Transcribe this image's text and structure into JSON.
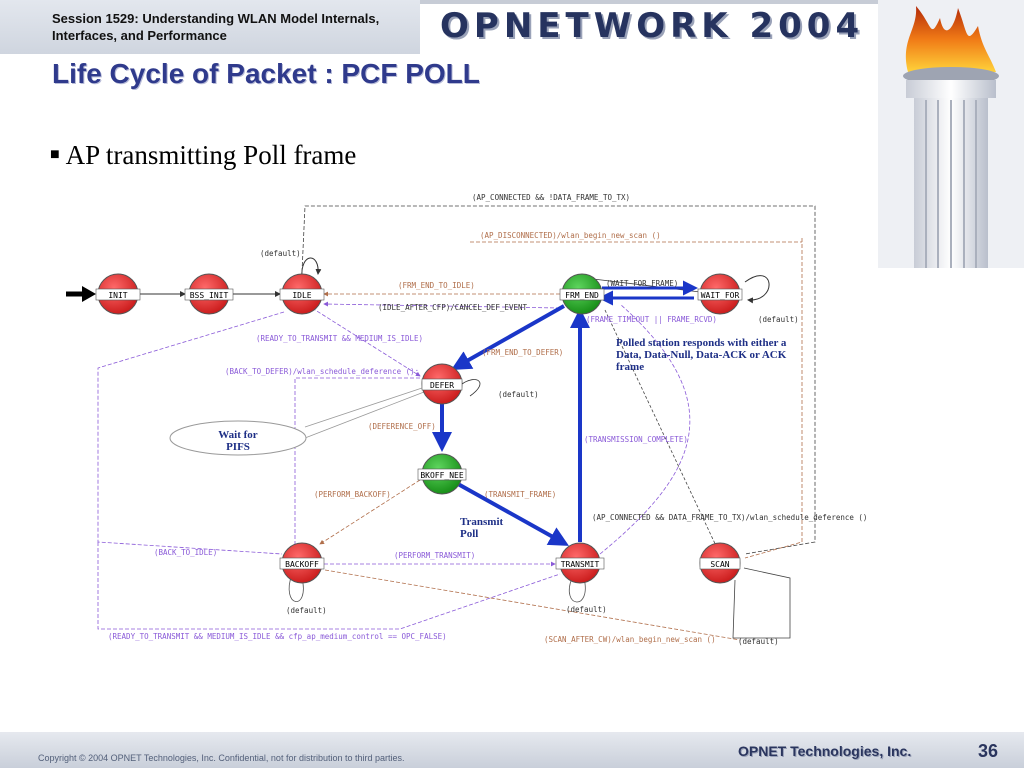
{
  "header": {
    "session_line1": "Session 1529: Understanding WLAN Model Internals,",
    "session_line2": "Interfaces, and Performance",
    "logo": "OPNETWORK 2004"
  },
  "title": "Life Cycle of Packet : PCF POLL",
  "bullet": "AP transmitting Poll frame",
  "diagram": {
    "states": {
      "init": "INIT",
      "bss_init": "BSS_INIT",
      "idle": "IDLE",
      "frm_end": "FRM_END",
      "wait_for": "WAIT_FOR",
      "defer": "DEFER",
      "bkoff_nee": "BKOFF_NEE",
      "backoff": "BACKOFF",
      "transmit": "TRANSMIT",
      "scan": "SCAN"
    },
    "conditions": {
      "ap_connected_no_data": "(AP_CONNECTED && !DATA_FRAME_TO_TX)",
      "ap_disconnected": "(AP_DISCONNECTED)/wlan_begin_new_scan ()",
      "default_idle": "(default)",
      "frm_end_to_idle": "(FRM_END_TO_IDLE)",
      "wait_for_frame": "(WAIT_FOR_FRAME)",
      "idle_after_cfp": "(IDLE_AFTER_CFP)/CANCEL_DEF_EVENT",
      "frame_timeout": "(FRAME_TIMEOUT || FRAME_RCVD)",
      "default_wait": "(default)",
      "ready_to_transmit": "(READY_TO_TRANSMIT && MEDIUM_IS_IDLE)",
      "frm_end_to_defer": "(FRM_END_TO_DEFER)",
      "back_to_defer": "(BACK_TO_DEFER)/wlan_schedule_deference ();",
      "default_defer": "(default)",
      "deference_off": "(DEFERENCE_OFF)",
      "transmission_complete": "(TRANSMISSION_COMPLETE)",
      "perform_backoff": "(PERFORM_BACKOFF)",
      "transmit_frame": "(TRANSMIT_FRAME)",
      "ap_connected_data": "(AP_CONNECTED && DATA_FRAME_TO_TX)/wlan_schedule_deference ()",
      "back_to_idle": "(BACK_TO_IDLE)",
      "perform_transmit": "(PERFORM_TRANSMIT)",
      "default_backoff": "(default)",
      "default_transmit": "(default)",
      "ready_to_transmit_cfp": "(READY_TO_TRANSMIT && MEDIUM_IS_IDLE && cfp_ap_medium_control == OPC_FALSE)",
      "scan_after_cw": "(SCAN_AFTER_CW)/wlan_begin_new_scan ()",
      "default_scan": "(default)"
    },
    "notes": {
      "polled_line1": "Polled station responds with either a",
      "polled_line2": "Data, Data-Null, Data-ACK or ACK",
      "polled_line3": "frame",
      "wait_line1": "Wait for",
      "wait_line2": "PIFS",
      "transmit_line1": "Transmit",
      "transmit_line2": "Poll"
    },
    "colors": {
      "state_red": "#e02020",
      "state_green": "#1aa31a",
      "highlight_arrow": "#1a36c8",
      "purple_line": "#8a5ad8",
      "brown_line": "#b06e4a"
    }
  },
  "footer": {
    "copyright": "Copyright © 2004 OPNET Technologies, Inc.  Confidential, not for distribution to third parties.",
    "company": "OPNET Technologies, Inc.",
    "page": "36"
  }
}
